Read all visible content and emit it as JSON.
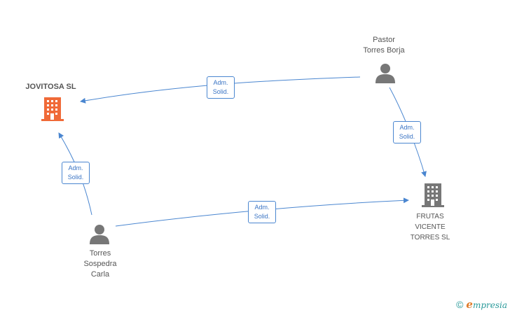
{
  "nodes": {
    "jovitosa": {
      "label": "JOVITOSA  SL",
      "type": "company",
      "color": "#f06a38"
    },
    "frutas": {
      "label": "FRUTAS\nVICENTE\nTORRES  SL",
      "type": "company",
      "color": "#777777"
    },
    "pastor": {
      "label": "Pastor\nTorres Borja",
      "type": "person",
      "color": "#777777"
    },
    "torres": {
      "label": "Torres\nSospedra\nCarla",
      "type": "person",
      "color": "#777777"
    }
  },
  "edges": [
    {
      "from": "pastor",
      "to": "jovitosa",
      "label": "Adm.\nSolid."
    },
    {
      "from": "pastor",
      "to": "frutas",
      "label": "Adm.\nSolid."
    },
    {
      "from": "torres",
      "to": "jovitosa",
      "label": "Adm.\nSolid."
    },
    {
      "from": "torres",
      "to": "frutas",
      "label": "Adm.\nSolid."
    }
  ],
  "colors": {
    "edge": "#4a86d0",
    "accent": "#f06a38",
    "icon": "#777777"
  },
  "footer": {
    "copyright": "©",
    "brand_initial": "e",
    "brand_rest": "mpresia"
  }
}
